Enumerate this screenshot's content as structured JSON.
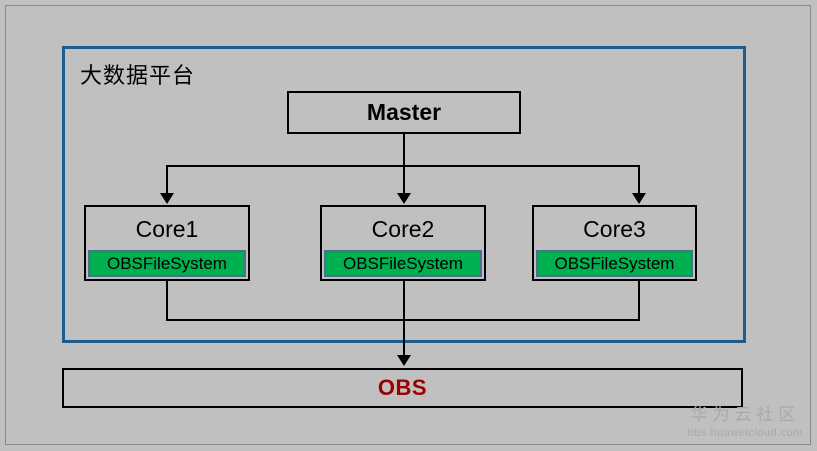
{
  "diagram": {
    "platform": {
      "title": "大数据平台",
      "border_color": "#1f5c8c"
    },
    "master": {
      "label": "Master"
    },
    "cores": [
      {
        "label": "Core1",
        "component": "OBSFileSystem"
      },
      {
        "label": "Core2",
        "component": "OBSFileSystem"
      },
      {
        "label": "Core3",
        "component": "OBSFileSystem"
      }
    ],
    "storage": {
      "label": "OBS",
      "color": "#9b0000"
    },
    "colors": {
      "background": "#c0c0c0",
      "component_fill": "#00b050",
      "component_border": "#4a6f93",
      "node_border": "#000000"
    },
    "watermark": {
      "name": "华为云社区",
      "url": "bbs.huaweicloud.com"
    }
  }
}
